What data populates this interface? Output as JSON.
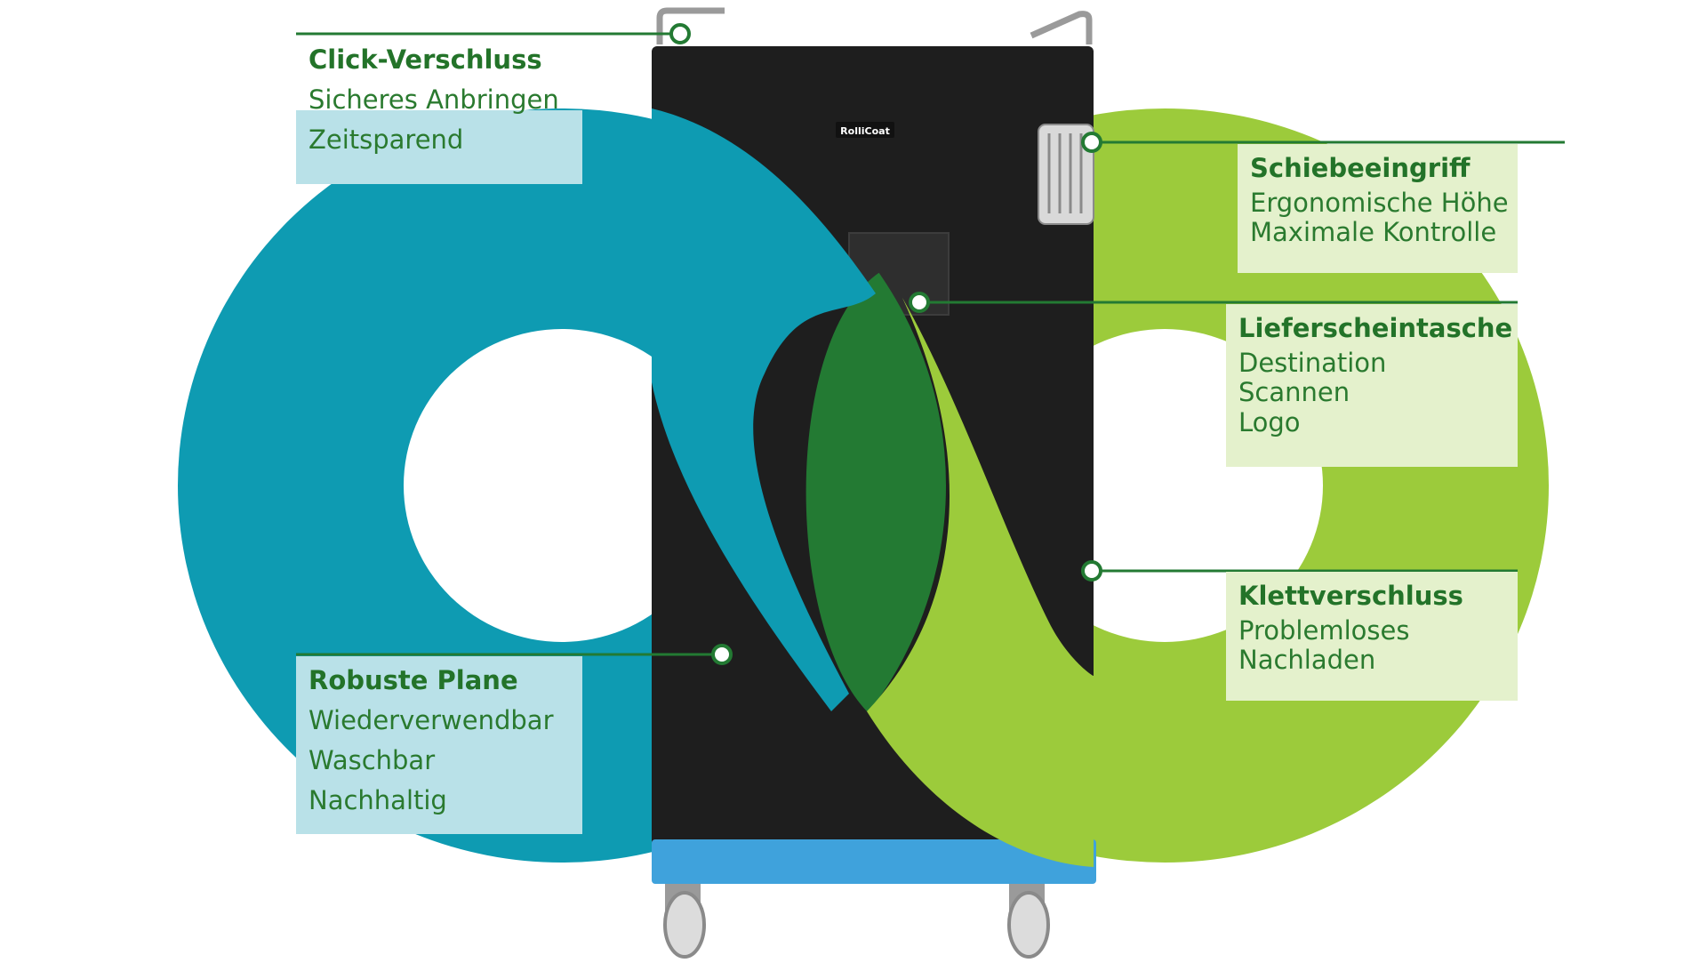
{
  "colors": {
    "teal": "#0e9bb2",
    "lime": "#9ccb3b",
    "dark_green": "#237a33",
    "label_green": "#237329",
    "cart_black": "#1e1e1e",
    "cart_blue": "#3fa2dc",
    "panel_teal": "#b9e1e8",
    "panel_lime": "#e4f1cc"
  },
  "product": {
    "brand": "RolliCoat"
  },
  "callouts": {
    "click": {
      "title": "Click-Verschluss",
      "lines": [
        "Sicheres Anbringen",
        "Zeitsparend"
      ]
    },
    "plane": {
      "title": "Robuste Plane",
      "lines": [
        "Wiederverwendbar",
        "Waschbar",
        "Nachhaltig"
      ]
    },
    "schiebe": {
      "title": "Schiebeeingriff",
      "lines": [
        "Ergonomische Höhe",
        "Maximale Kontrolle"
      ]
    },
    "liefer": {
      "title": "Lieferscheintasche",
      "lines": [
        "Destination",
        "Scannen",
        "Logo"
      ]
    },
    "klett": {
      "title": "Klettverschluss",
      "lines": [
        "Problemloses",
        "Nachladen"
      ]
    }
  }
}
